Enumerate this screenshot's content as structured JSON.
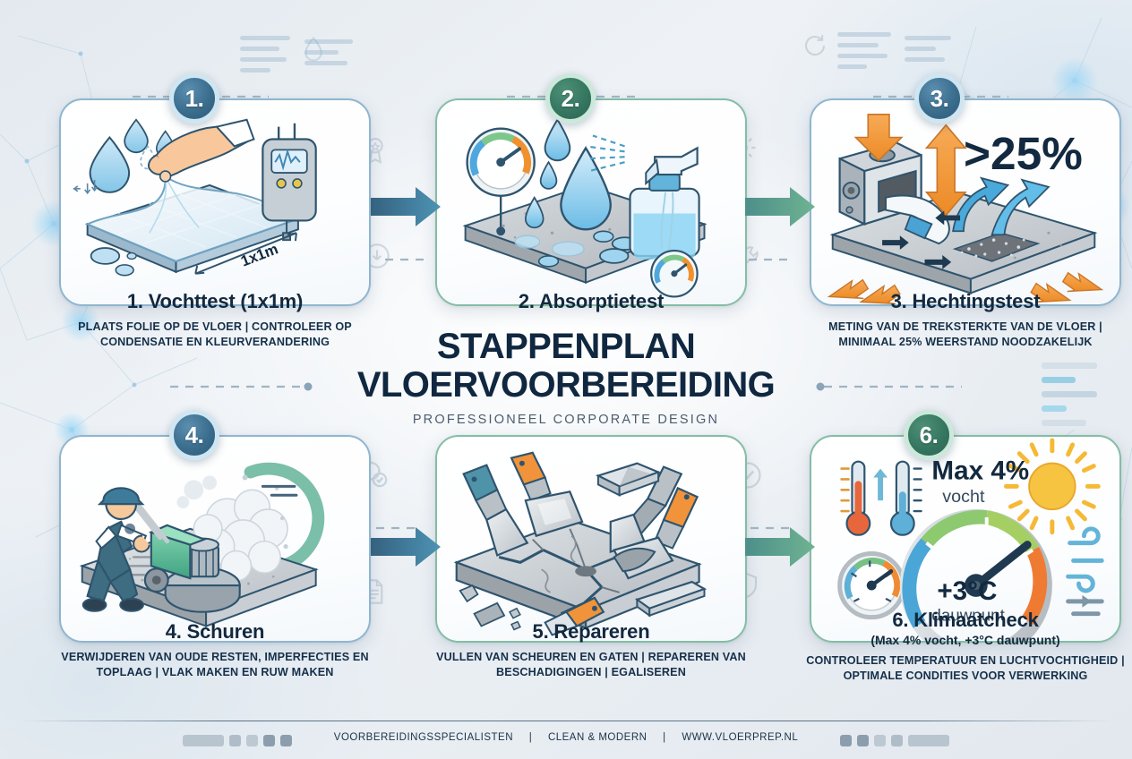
{
  "poster": {
    "title_line1": "STAPPENPLAN",
    "title_line2": "VLOERVOORBEREIDING",
    "subtitle": "PROFESSIONEEL CORPORATE DESIGN"
  },
  "colors": {
    "blue_accent": "#3b6d8d",
    "green_accent": "#357761",
    "orange_accent": "#f2922f",
    "light_blue": "#5bb6e5",
    "title_navy": "#102740",
    "card_border_blue": "#8fb6cf",
    "card_border_green": "#84bda4",
    "background": "#e7ecf1"
  },
  "steps": [
    {
      "number": "1.",
      "accent": "blue",
      "title": "1. Vochttest (1x1m)",
      "paren": "",
      "desc": "PLAATS FOLIE OP DE VLOER | CONTROLEER OP CONDENSATIE EN KLEURVERANDERING",
      "art_label": "1x1m",
      "art_name": "moisture-test-illustration"
    },
    {
      "number": "2.",
      "accent": "green",
      "title": "2. Absorptietest",
      "paren": "",
      "desc": "",
      "art_label": "",
      "art_name": "absorption-test-illustration"
    },
    {
      "number": "3.",
      "accent": "blue",
      "title": "3. Hechtingstest",
      "paren": "",
      "desc": "METING VAN DE TREKSTERKTE VAN DE VLOER | MINIMAAL 25% WEERSTAND NOODZAKELIJK",
      "art_label": ">25%",
      "art_name": "adhesion-test-illustration"
    },
    {
      "number": "4.",
      "accent": "blue",
      "title": "4. Schuren",
      "paren": "",
      "desc": "VERWIJDEREN VAN OUDE RESTEN, IMPERFECTIES EN TOPLAAG | VLAK MAKEN EN RUW MAKEN",
      "art_label": "",
      "art_name": "grinding-illustration"
    },
    {
      "number": "5.",
      "accent": "green",
      "title": "5. Repareren",
      "paren": "",
      "desc": "VULLEN VAN SCHEUREN EN GATEN | REPAREREN VAN BESCHADIGINGEN | EGALISEREN",
      "art_label": "",
      "art_name": "repair-illustration"
    },
    {
      "number": "6.",
      "accent": "green",
      "title": "6. Klimaatcheck",
      "paren": "(Max 4% vocht, +3°C dauwpunt)",
      "desc": "CONTROLEER TEMPERATUUR EN LUCHTVOCHTIGHEID | OPTIMALE CONDITIES VOOR VERWERKING",
      "art_label_1": "Max 4%",
      "art_label_1b": "vocht",
      "art_label_2": "+3°C",
      "art_label_2b": "dauwpunt",
      "art_name": "climate-check-illustration"
    }
  ],
  "footer": {
    "item1": "VOORBEREIDINGSSPECIALISTEN",
    "sep1": "|",
    "item2": "CLEAN & MODERN",
    "sep2": "|",
    "item3": "WWW.VLOERPREP.NL"
  }
}
